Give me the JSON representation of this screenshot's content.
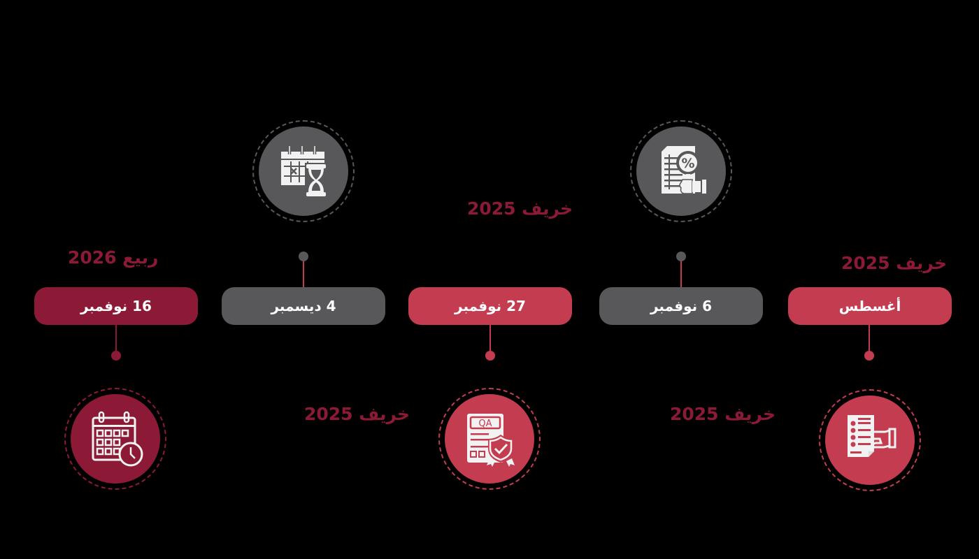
{
  "colors": {
    "background": "#000000",
    "crimson": "#c33c50",
    "maroon": "#8c1a36",
    "grey": "#58585b",
    "season_text": "#8c1a36",
    "pill_text": "#ffffff",
    "icon_fill": "#f2f2f2"
  },
  "timeline": {
    "direction": "rtl",
    "milestones": [
      {
        "date_label": "أغسطس",
        "season_label": "خريف 2025",
        "color": "crimson",
        "icon_position": "below",
        "icon": "document-hand-icon"
      },
      {
        "date_label": "6 نوفمبر",
        "season_label": "خريف 2025",
        "color": "grey",
        "icon_position": "above",
        "icon": "document-percent-magnifier-icon"
      },
      {
        "date_label": "27 نوفمبر",
        "season_label": "خريف 2025",
        "color": "crimson",
        "icon_position": "below",
        "icon": "qa-shield-check-icon"
      },
      {
        "date_label": "4 ديسمبر",
        "season_label": "خريف 2025",
        "color": "grey",
        "icon_position": "above",
        "icon": "calendar-hourglass-icon"
      },
      {
        "date_label": "16 نوفمبر",
        "season_label": "ربيع 2026",
        "color": "maroon",
        "icon_position": "below",
        "icon": "calendar-clock-icon"
      }
    ]
  },
  "icon_texts": {
    "qa_label": "QA",
    "percent_symbol": "%"
  }
}
